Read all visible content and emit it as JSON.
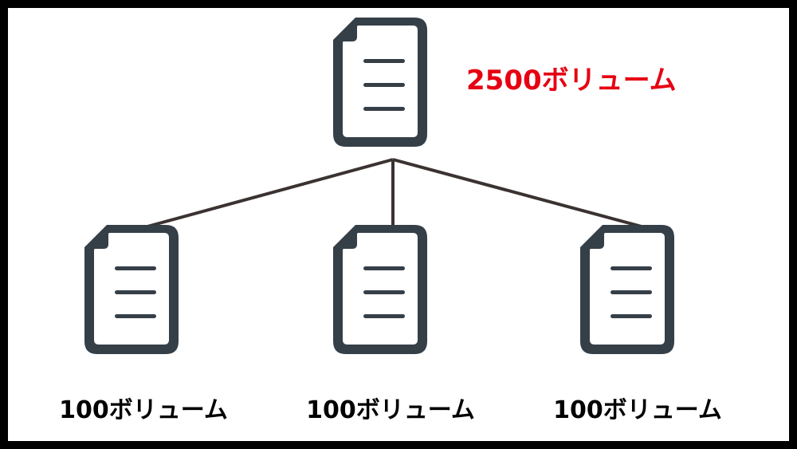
{
  "colors": {
    "frame": "#000000",
    "background": "#ffffff",
    "icon": "#353f48",
    "connector": "#3a3331",
    "root_label": "#e60012",
    "child_label": "#000000"
  },
  "root": {
    "icon": "document-icon",
    "label": "2500ボリューム"
  },
  "children": [
    {
      "icon": "document-icon",
      "label": "100ボリューム"
    },
    {
      "icon": "document-icon",
      "label": "100ボリューム"
    },
    {
      "icon": "document-icon",
      "label": "100ボリューム"
    }
  ]
}
